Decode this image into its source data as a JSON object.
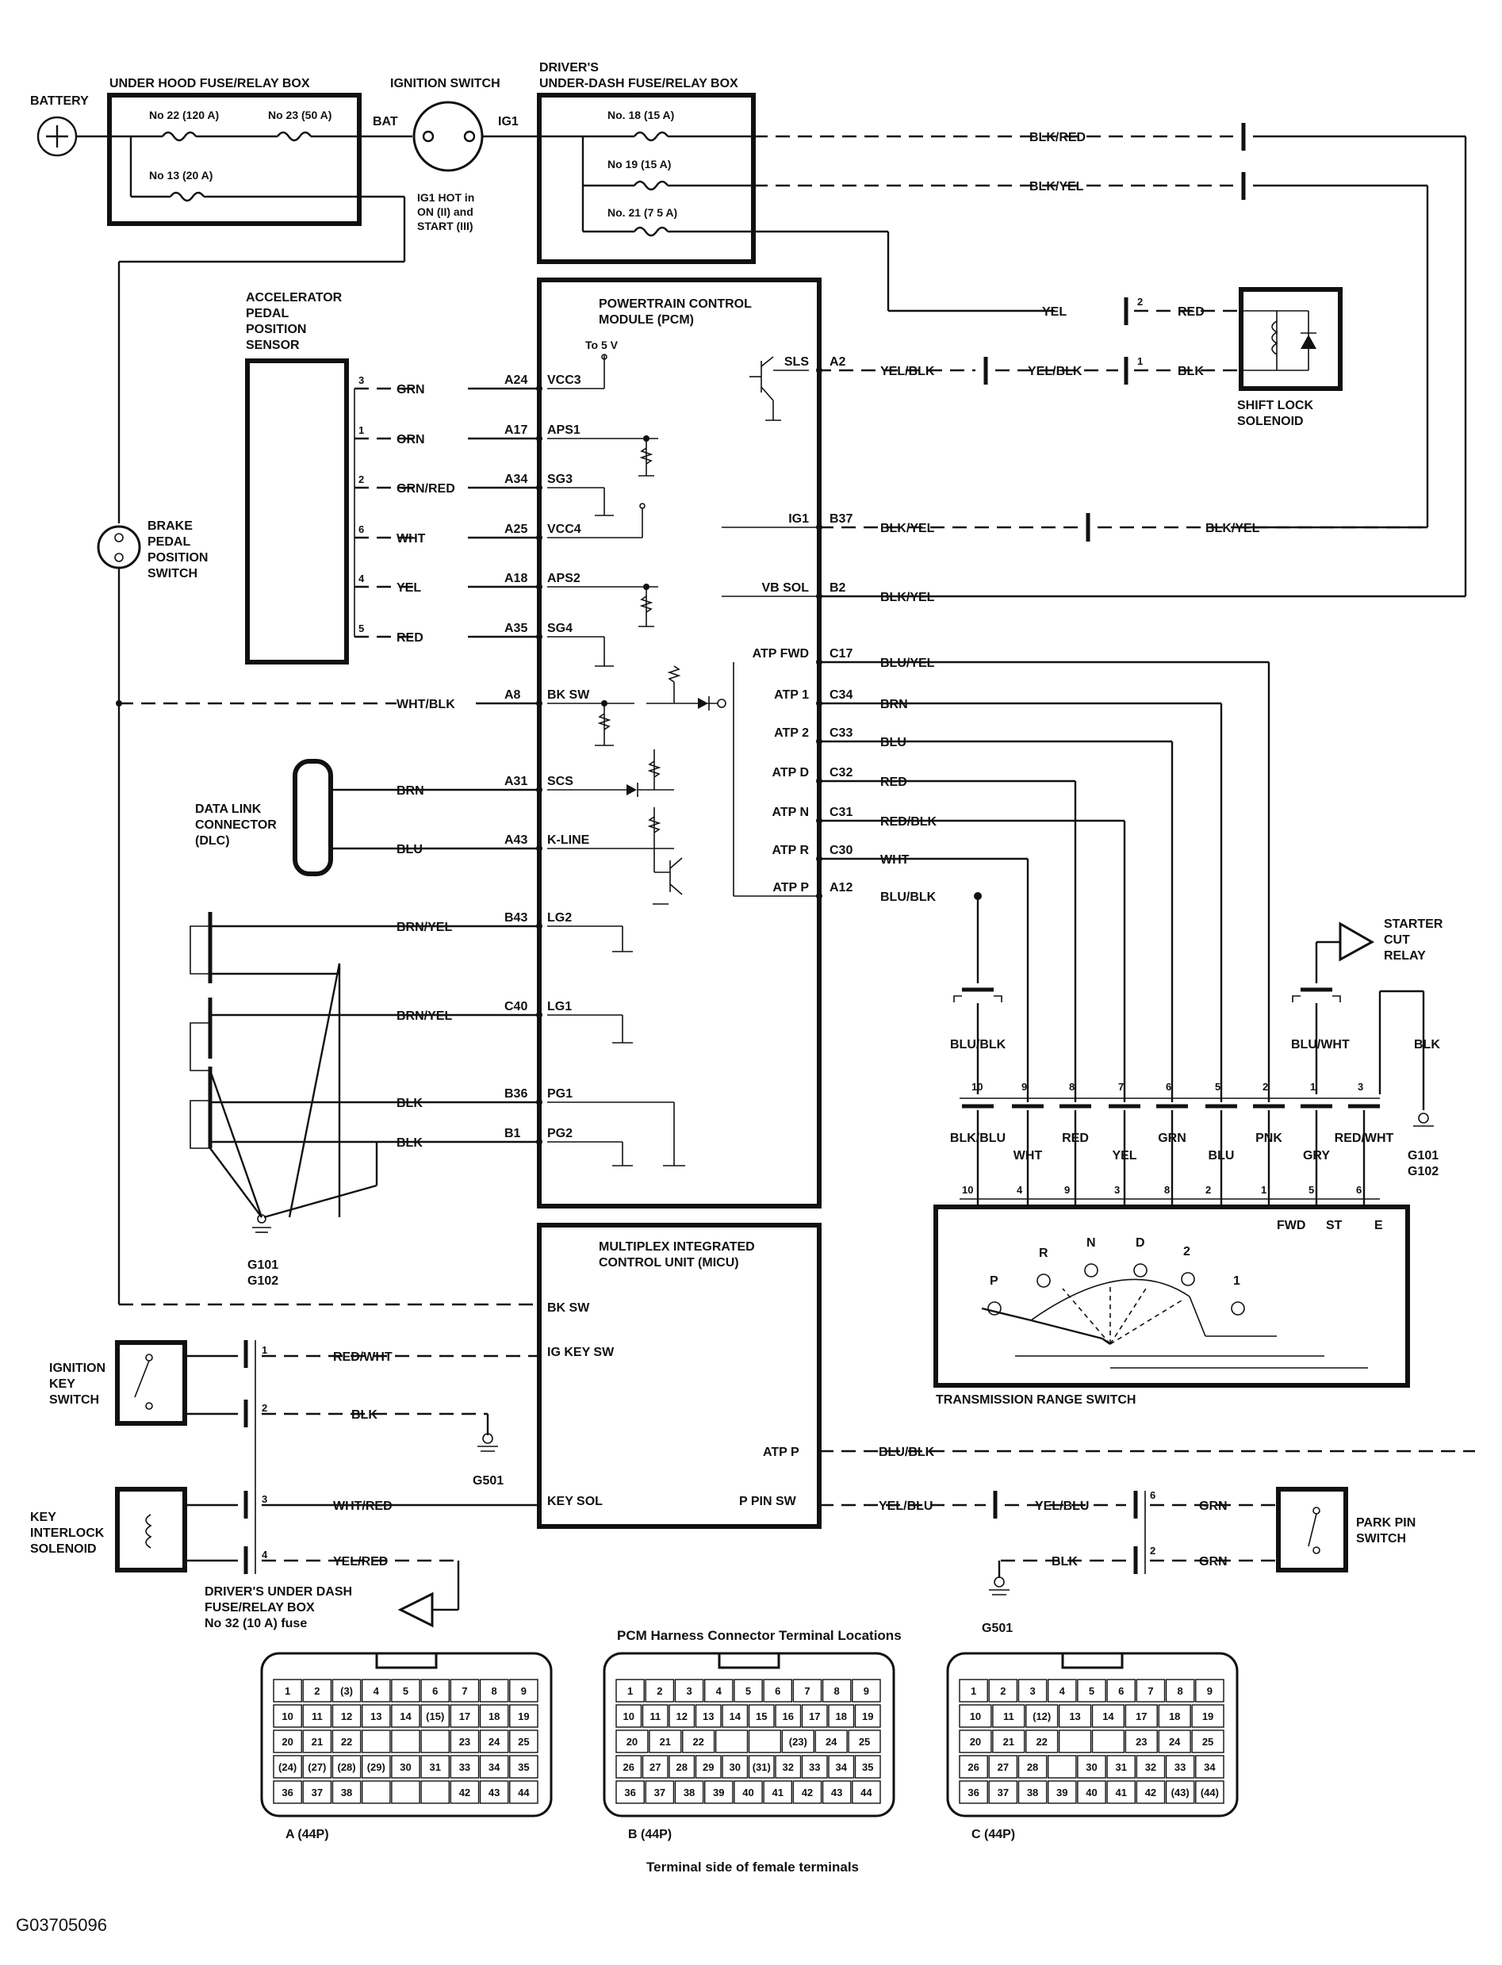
{
  "title_code": "G03705096",
  "battery": {
    "label": "BATTERY"
  },
  "underhood_box": {
    "title": "UNDER HOOD FUSE/RELAY BOX",
    "fuse_22": "No 22 (120 A)",
    "fuse_23": "No 23 (50 A)",
    "fuse_13": "No 13 (20 A)"
  },
  "ignition_switch": {
    "title": "IGNITION SWITCH",
    "bat": "BAT",
    "ig1": "IG1",
    "note_1": "IG1 HOT in",
    "note_2": "ON (II) and",
    "note_3": "START (III)"
  },
  "dash_box": {
    "title_1": "DRIVER'S",
    "title_2": "UNDER-DASH FUSE/RELAY BOX",
    "fuse_18": "No. 18 (15 A)",
    "fuse_19": "No 19 (15 A)",
    "fuse_21": "No. 21 (7 5 A)"
  },
  "wires": {
    "blk_red": "BLK/RED",
    "blk_yel": "BLK/YEL",
    "yel": "YEL",
    "red": "RED",
    "blk": "BLK",
    "yel_blk": "YEL/BLK",
    "grn": "GRN",
    "orn": "ORN",
    "grn_red": "GRN/RED",
    "wht": "WHT",
    "wht_blk": "WHT/BLK",
    "brn": "BRN",
    "blu": "BLU",
    "brn_yel": "BRN/YEL",
    "blu_yel": "BLU/YEL",
    "red_blk": "RED/BLK",
    "blu_blk": "BLU/BLK",
    "red_wht": "RED/WHT",
    "wht_red": "WHT/RED",
    "yel_red": "YEL/RED",
    "yel_blu": "YEL/BLU",
    "blu_wht": "BLU/WHT",
    "blk_blu": "BLK/BLU",
    "pnk": "PNK",
    "gry": "GRY"
  },
  "pcm": {
    "title_1": "POWERTRAIN CONTROL",
    "title_2": "MODULE (PCM)",
    "to5v": "To 5 V",
    "left_pins": [
      {
        "pin": "A24",
        "sig": "VCC3"
      },
      {
        "pin": "A17",
        "sig": "APS1"
      },
      {
        "pin": "A34",
        "sig": "SG3"
      },
      {
        "pin": "A25",
        "sig": "VCC4"
      },
      {
        "pin": "A18",
        "sig": "APS2"
      },
      {
        "pin": "A35",
        "sig": "SG4"
      },
      {
        "pin": "A8",
        "sig": "BK SW"
      },
      {
        "pin": "A31",
        "sig": "SCS"
      },
      {
        "pin": "A43",
        "sig": "K-LINE"
      },
      {
        "pin": "B43",
        "sig": "LG2"
      },
      {
        "pin": "C40",
        "sig": "LG1"
      },
      {
        "pin": "B36",
        "sig": "PG1"
      },
      {
        "pin": "B1",
        "sig": "PG2"
      }
    ],
    "right_pins": [
      {
        "pin": "A2",
        "sig": "SLS"
      },
      {
        "pin": "B37",
        "sig": "IG1"
      },
      {
        "pin": "B2",
        "sig": "VB SOL"
      },
      {
        "pin": "C17",
        "sig": "ATP FWD"
      },
      {
        "pin": "C34",
        "sig": "ATP 1"
      },
      {
        "pin": "C33",
        "sig": "ATP 2"
      },
      {
        "pin": "C32",
        "sig": "ATP D"
      },
      {
        "pin": "C31",
        "sig": "ATP N"
      },
      {
        "pin": "C30",
        "sig": "ATP R"
      },
      {
        "pin": "A12",
        "sig": "ATP P"
      }
    ]
  },
  "aps": {
    "t1": "ACCELERATOR",
    "t2": "PEDAL",
    "t3": "POSITION",
    "t4": "SENSOR",
    "pins": [
      "3",
      "1",
      "2",
      "6",
      "4",
      "5"
    ]
  },
  "brake_switch": {
    "t1": "BRAKE",
    "t2": "PEDAL",
    "t3": "POSITION",
    "t4": "SWITCH"
  },
  "dlc": {
    "t1": "DATA LINK",
    "t2": "CONNECTOR",
    "t3": "(DLC)"
  },
  "shift_lock": {
    "t1": "SHIFT LOCK",
    "t2": "SOLENOID",
    "pin2": "2",
    "pin1": "1"
  },
  "starter": {
    "t1": "STARTER",
    "t2": "CUT",
    "t3": "RELAY"
  },
  "micu": {
    "title_1": "MULTIPLEX INTEGRATED",
    "title_2": "CONTROL UNIT (MICU)",
    "bk_sw": "BK SW",
    "ig_key_sw": "IG KEY SW",
    "atp_p": "ATP P",
    "key_sol": "KEY SOL",
    "p_pin_sw": "P PIN SW"
  },
  "ignition_key_switch": {
    "t1": "IGNITION",
    "t2": "KEY",
    "t3": "SWITCH"
  },
  "key_interlock": {
    "t1": "KEY",
    "t2": "INTERLOCK",
    "t3": "SOLENOID"
  },
  "key_conn_pins": [
    "1",
    "2",
    "3",
    "4"
  ],
  "dash_box_note": {
    "t1": "DRIVER'S UNDER DASH",
    "t2": "FUSE/RELAY BOX",
    "t3": "No 32 (10 A) fuse"
  },
  "grounds": {
    "g101": "G101",
    "g102": "G102",
    "g501": "G501"
  },
  "park_pin": {
    "t1": "PARK PIN",
    "t2": "SWITCH",
    "pin6": "6",
    "pin2": "2"
  },
  "trs": {
    "title": "TRANSMISSION RANGE SWITCH",
    "top_pins": [
      "10",
      "9",
      "8",
      "7",
      "6",
      "5",
      "2",
      "1",
      "3"
    ],
    "bottom_pins": [
      "10",
      "4",
      "9",
      "3",
      "8",
      "2",
      "1",
      "5",
      "6"
    ],
    "fwd": "FWD",
    "st": "ST",
    "e": "E",
    "positions": [
      "P",
      "R",
      "N",
      "D",
      "2",
      "1"
    ]
  },
  "harness": {
    "title": "PCM Harness Connector Terminal Locations",
    "caption": "Terminal side of female terminals",
    "connectors": [
      {
        "label": "A (44P)",
        "rows": [
          [
            "1",
            "2",
            "(3)",
            "4",
            "5",
            "6",
            "7",
            "8",
            "9"
          ],
          [
            "10",
            "11",
            "12",
            "13",
            "14",
            "(15)",
            "17",
            "18",
            "19"
          ],
          [
            "20",
            "21",
            "22",
            "",
            "",
            "",
            "23",
            "24",
            "25"
          ],
          [
            "(24)",
            "(27)",
            "(28)",
            "(29)",
            "30",
            "31",
            "33",
            "34",
            "35"
          ],
          [
            "36",
            "37",
            "38",
            "",
            "",
            "",
            "42",
            "43",
            "44"
          ]
        ]
      },
      {
        "label": "B (44P)",
        "rows": [
          [
            "1",
            "2",
            "3",
            "4",
            "5",
            "6",
            "7",
            "8",
            "9"
          ],
          [
            "10",
            "11",
            "12",
            "13",
            "14",
            "15",
            "16",
            "17",
            "18",
            "19"
          ],
          [
            "20",
            "21",
            "22",
            "",
            "",
            "(23)",
            "24",
            "25"
          ],
          [
            "26",
            "27",
            "28",
            "29",
            "30",
            "(31)",
            "32",
            "33",
            "34",
            "35"
          ],
          [
            "36",
            "37",
            "38",
            "39",
            "40",
            "41",
            "42",
            "43",
            "44"
          ]
        ]
      },
      {
        "label": "C (44P)",
        "rows": [
          [
            "1",
            "2",
            "3",
            "4",
            "5",
            "6",
            "7",
            "8",
            "9"
          ],
          [
            "10",
            "11",
            "(12)",
            "13",
            "14",
            "17",
            "18",
            "19"
          ],
          [
            "20",
            "21",
            "22",
            "",
            "",
            "23",
            "24",
            "25"
          ],
          [
            "26",
            "27",
            "28",
            "",
            "30",
            "31",
            "32",
            "33",
            "34"
          ],
          [
            "36",
            "37",
            "38",
            "39",
            "40",
            "41",
            "42",
            "(43)",
            "(44)"
          ]
        ]
      }
    ]
  }
}
